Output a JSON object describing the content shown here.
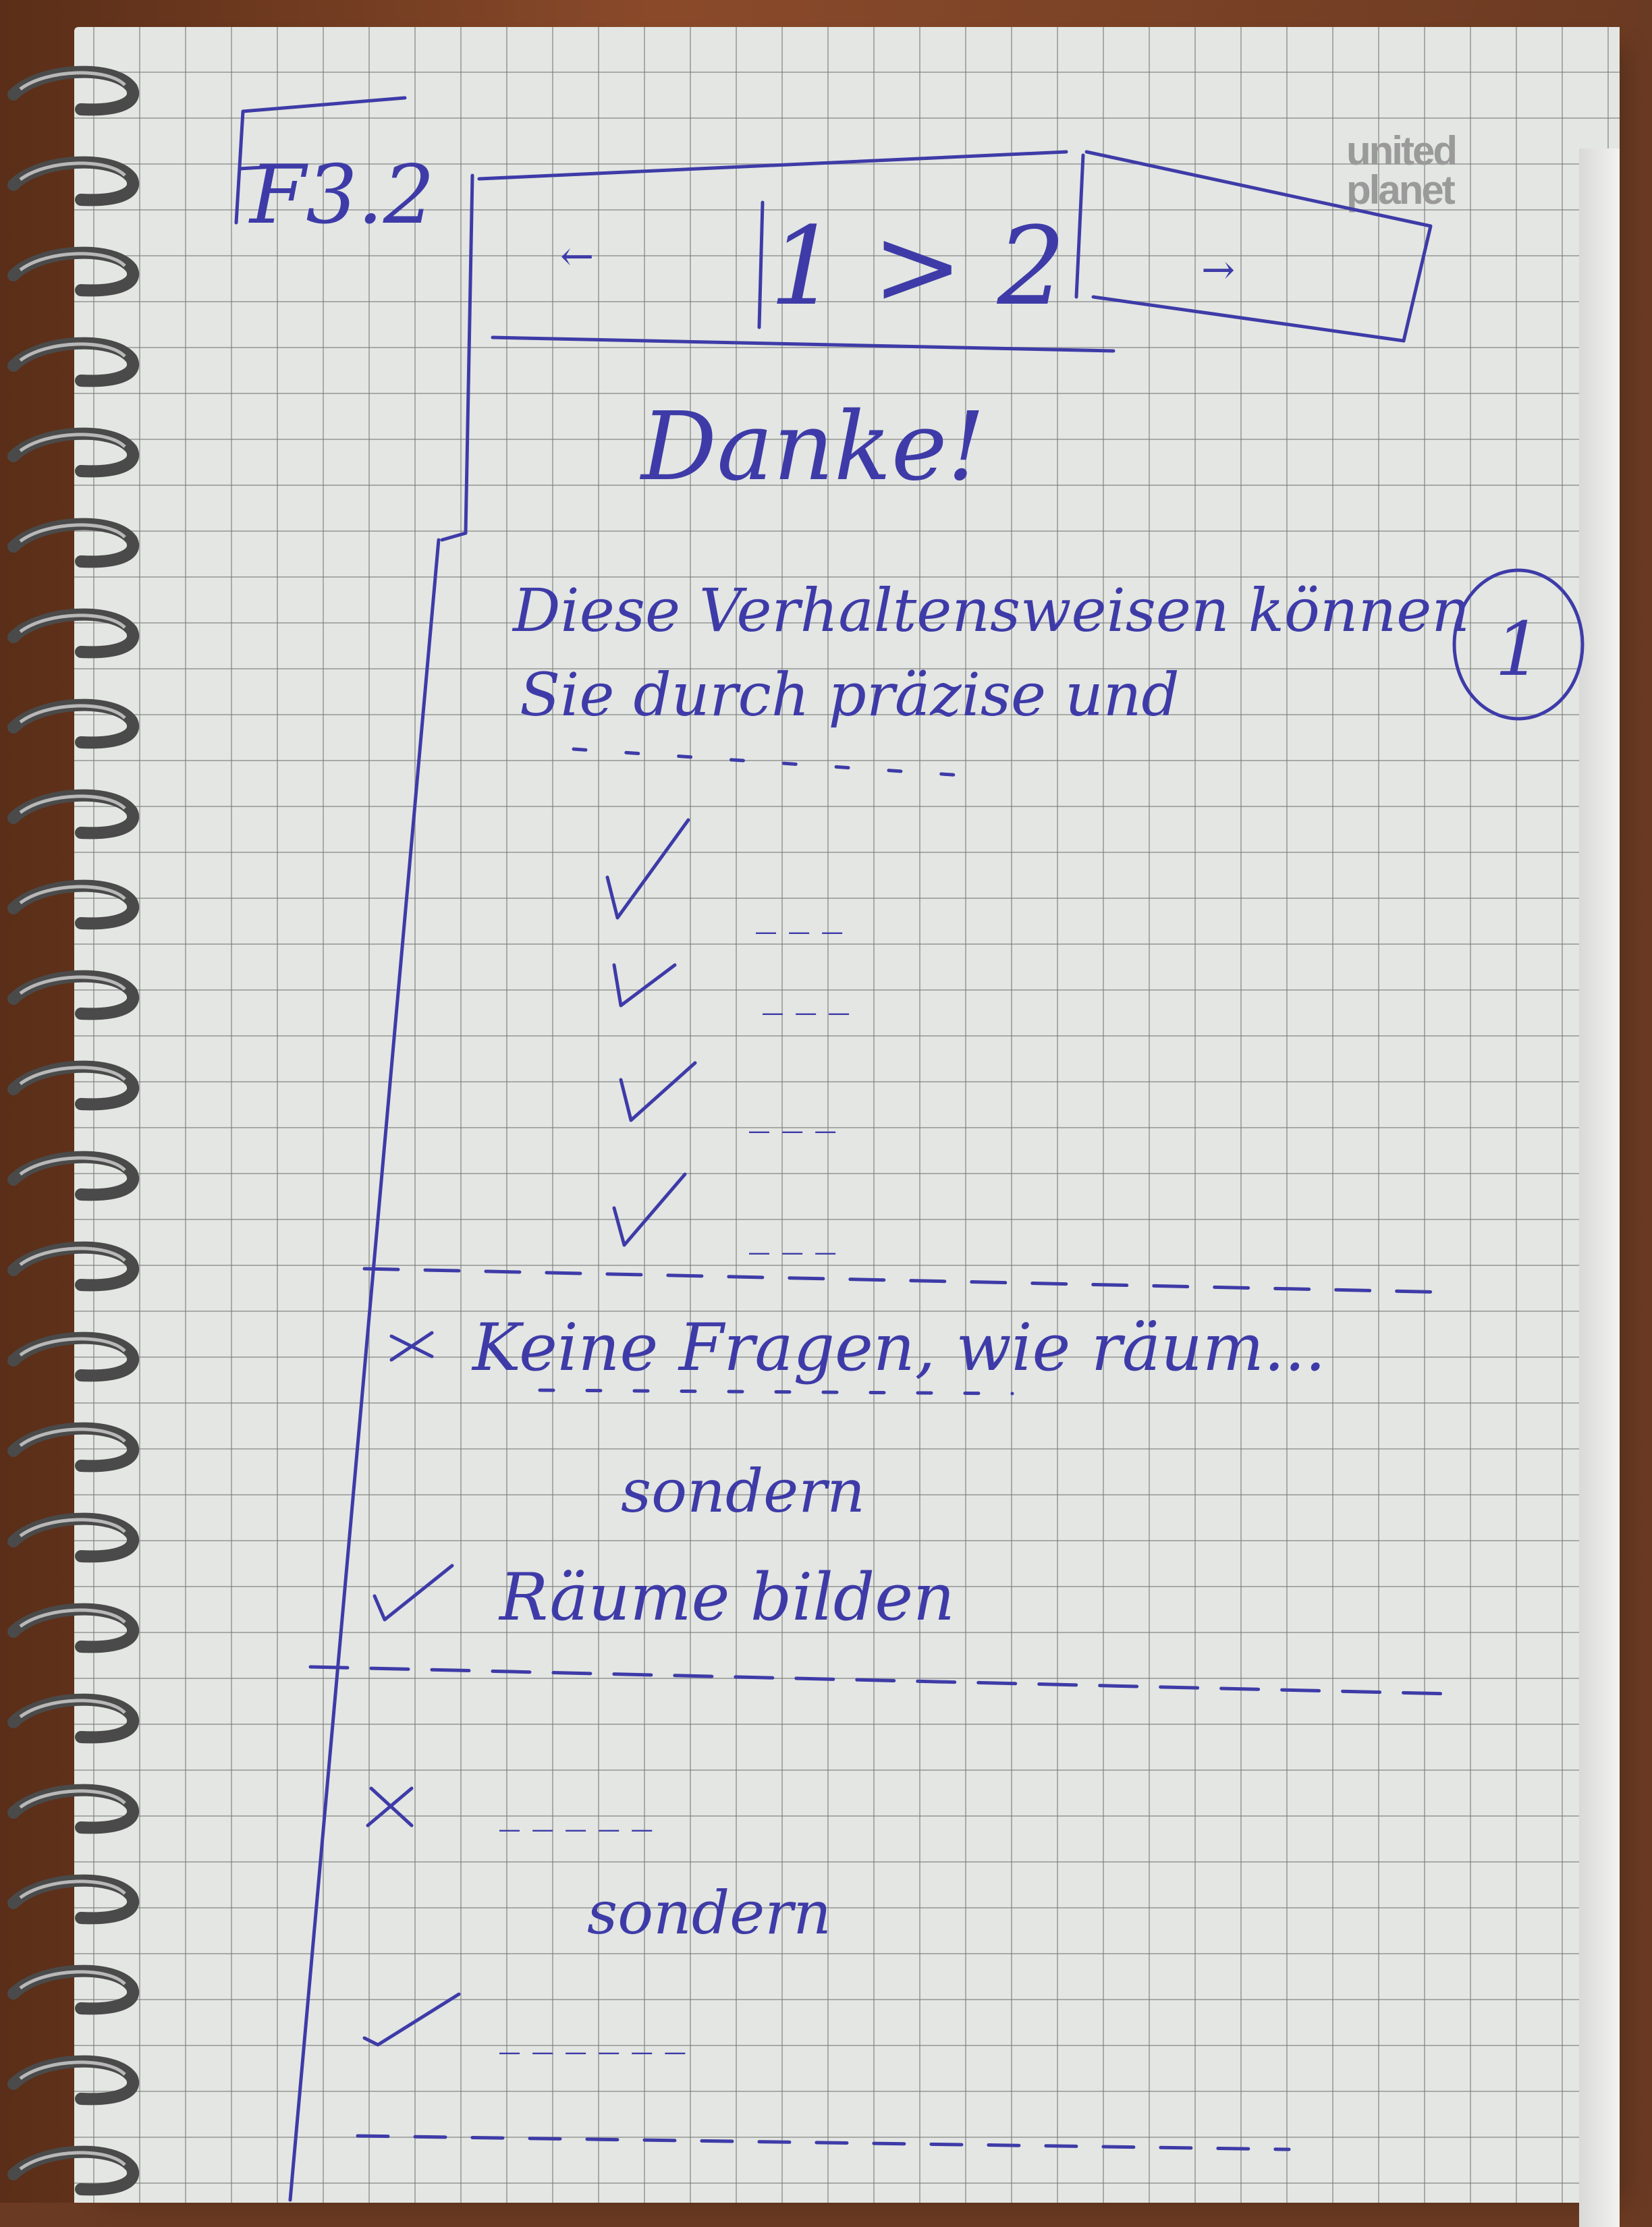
{
  "notebook": {
    "brand_logo": {
      "line1": "united",
      "line2": "planet"
    },
    "ink_color": "#3e3ba8",
    "paper_color": "#e3e6e2"
  },
  "sketch": {
    "page_label": "F3.2",
    "pager": {
      "prev": "←",
      "current": "1 > 2",
      "next": "→"
    },
    "heading": "Danke!",
    "intro_line1": "Diese Verhaltensweisen können",
    "intro_line2": "Sie durch präzise und",
    "step_badge": "1",
    "ok_items": [
      "_ _ _",
      "_ _ _",
      "_ _ _",
      "_ _ _"
    ],
    "section1": {
      "dont": "Keine Fragen, wie räum...",
      "connector": "sondern",
      "do": "Räume bilden"
    },
    "section2": {
      "dont": "_ _ _ _ _",
      "connector": "sondern",
      "do": "_ _ _ _ _ _"
    }
  }
}
